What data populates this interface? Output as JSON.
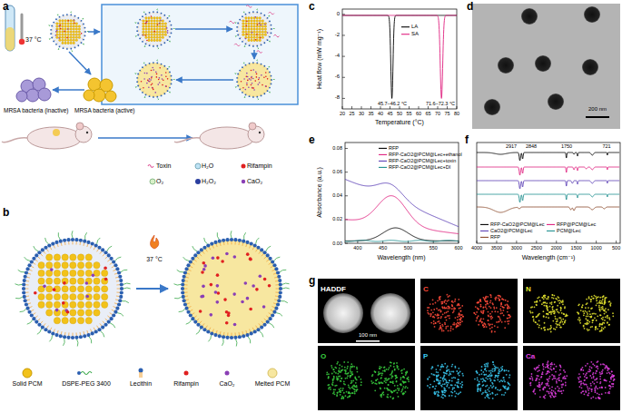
{
  "diagram": {
    "nodes": [
      {
        "text": [
          "HADDF"
        ]
      },
      {
        "text": [
          "C"
        ]
      },
      {
        "text": [
          "N"
        ]
      },
      {
        "text": [
          "O"
        ]
      },
      {
        "text": [
          "P"
        ]
      },
      {
        "text": [
          "Ca"
        ]
      }
    ],
    "labels": [
      "a",
      "37 °C",
      "MRSA bacteria (inactive)",
      "MRSA bacteria (active)",
      "b",
      "37 °C",
      "c",
      "Heat flow (mW mg⁻¹)",
      "Temperature (°C)",
      "0",
      "-2",
      "-4",
      "-6",
      "-8",
      "20",
      "25",
      "30",
      "35",
      "40",
      "45",
      "50",
      "55",
      "60",
      "65",
      "70",
      "75",
      "80",
      "45.7–46.2 °C",
      "71.6–72.3 °C",
      "d",
      "200 nm",
      "e",
      "Absorbance (a.u.)",
      "Wavelength (nm)",
      "0.00",
      "0.02",
      "0.04",
      "0.06",
      "0.08",
      "400",
      "450",
      "500",
      "550",
      "600",
      "f",
      "Wavelength (cm⁻¹)",
      "4000",
      "3500",
      "3000",
      "2500",
      "2000",
      "1500",
      "1000",
      "500",
      "2917",
      "2848",
      "1750",
      "721",
      "g",
      "100 nm"
    ],
    "legend": [
      {
        "text": "Toxin"
      },
      {
        "text": "H₂O"
      },
      {
        "text": "Rifampin"
      },
      {
        "text": "O₂"
      },
      {
        "text": "H₂O₂"
      },
      {
        "text": "CaO₂"
      },
      {
        "text": "Solid PCM"
      },
      {
        "text": "DSPE-PEG 3400"
      },
      {
        "text": "Lecithin"
      },
      {
        "text": "Rifampin"
      },
      {
        "text": "CaO₂"
      },
      {
        "text": "Melted PCM"
      },
      {
        "text": "LA"
      },
      {
        "text": "SA"
      },
      {
        "text": "RFP"
      },
      {
        "text": "RFP-CaO2@PCM@Lec+ethanol"
      },
      {
        "text": "RFP-CaO2@PCM@Lec+toxin"
      },
      {
        "text": "RFP-CaO2@PCM@Lec+DI"
      },
      {
        "text": "RFP-CaO2@PCM@Lec"
      },
      {
        "text": "RFP@PCM@Lec"
      },
      {
        "text": "CaO2@PCM@Lec"
      },
      {
        "text": "PCM@Lec"
      },
      {
        "text": "RFP"
      }
    ]
  }
}
